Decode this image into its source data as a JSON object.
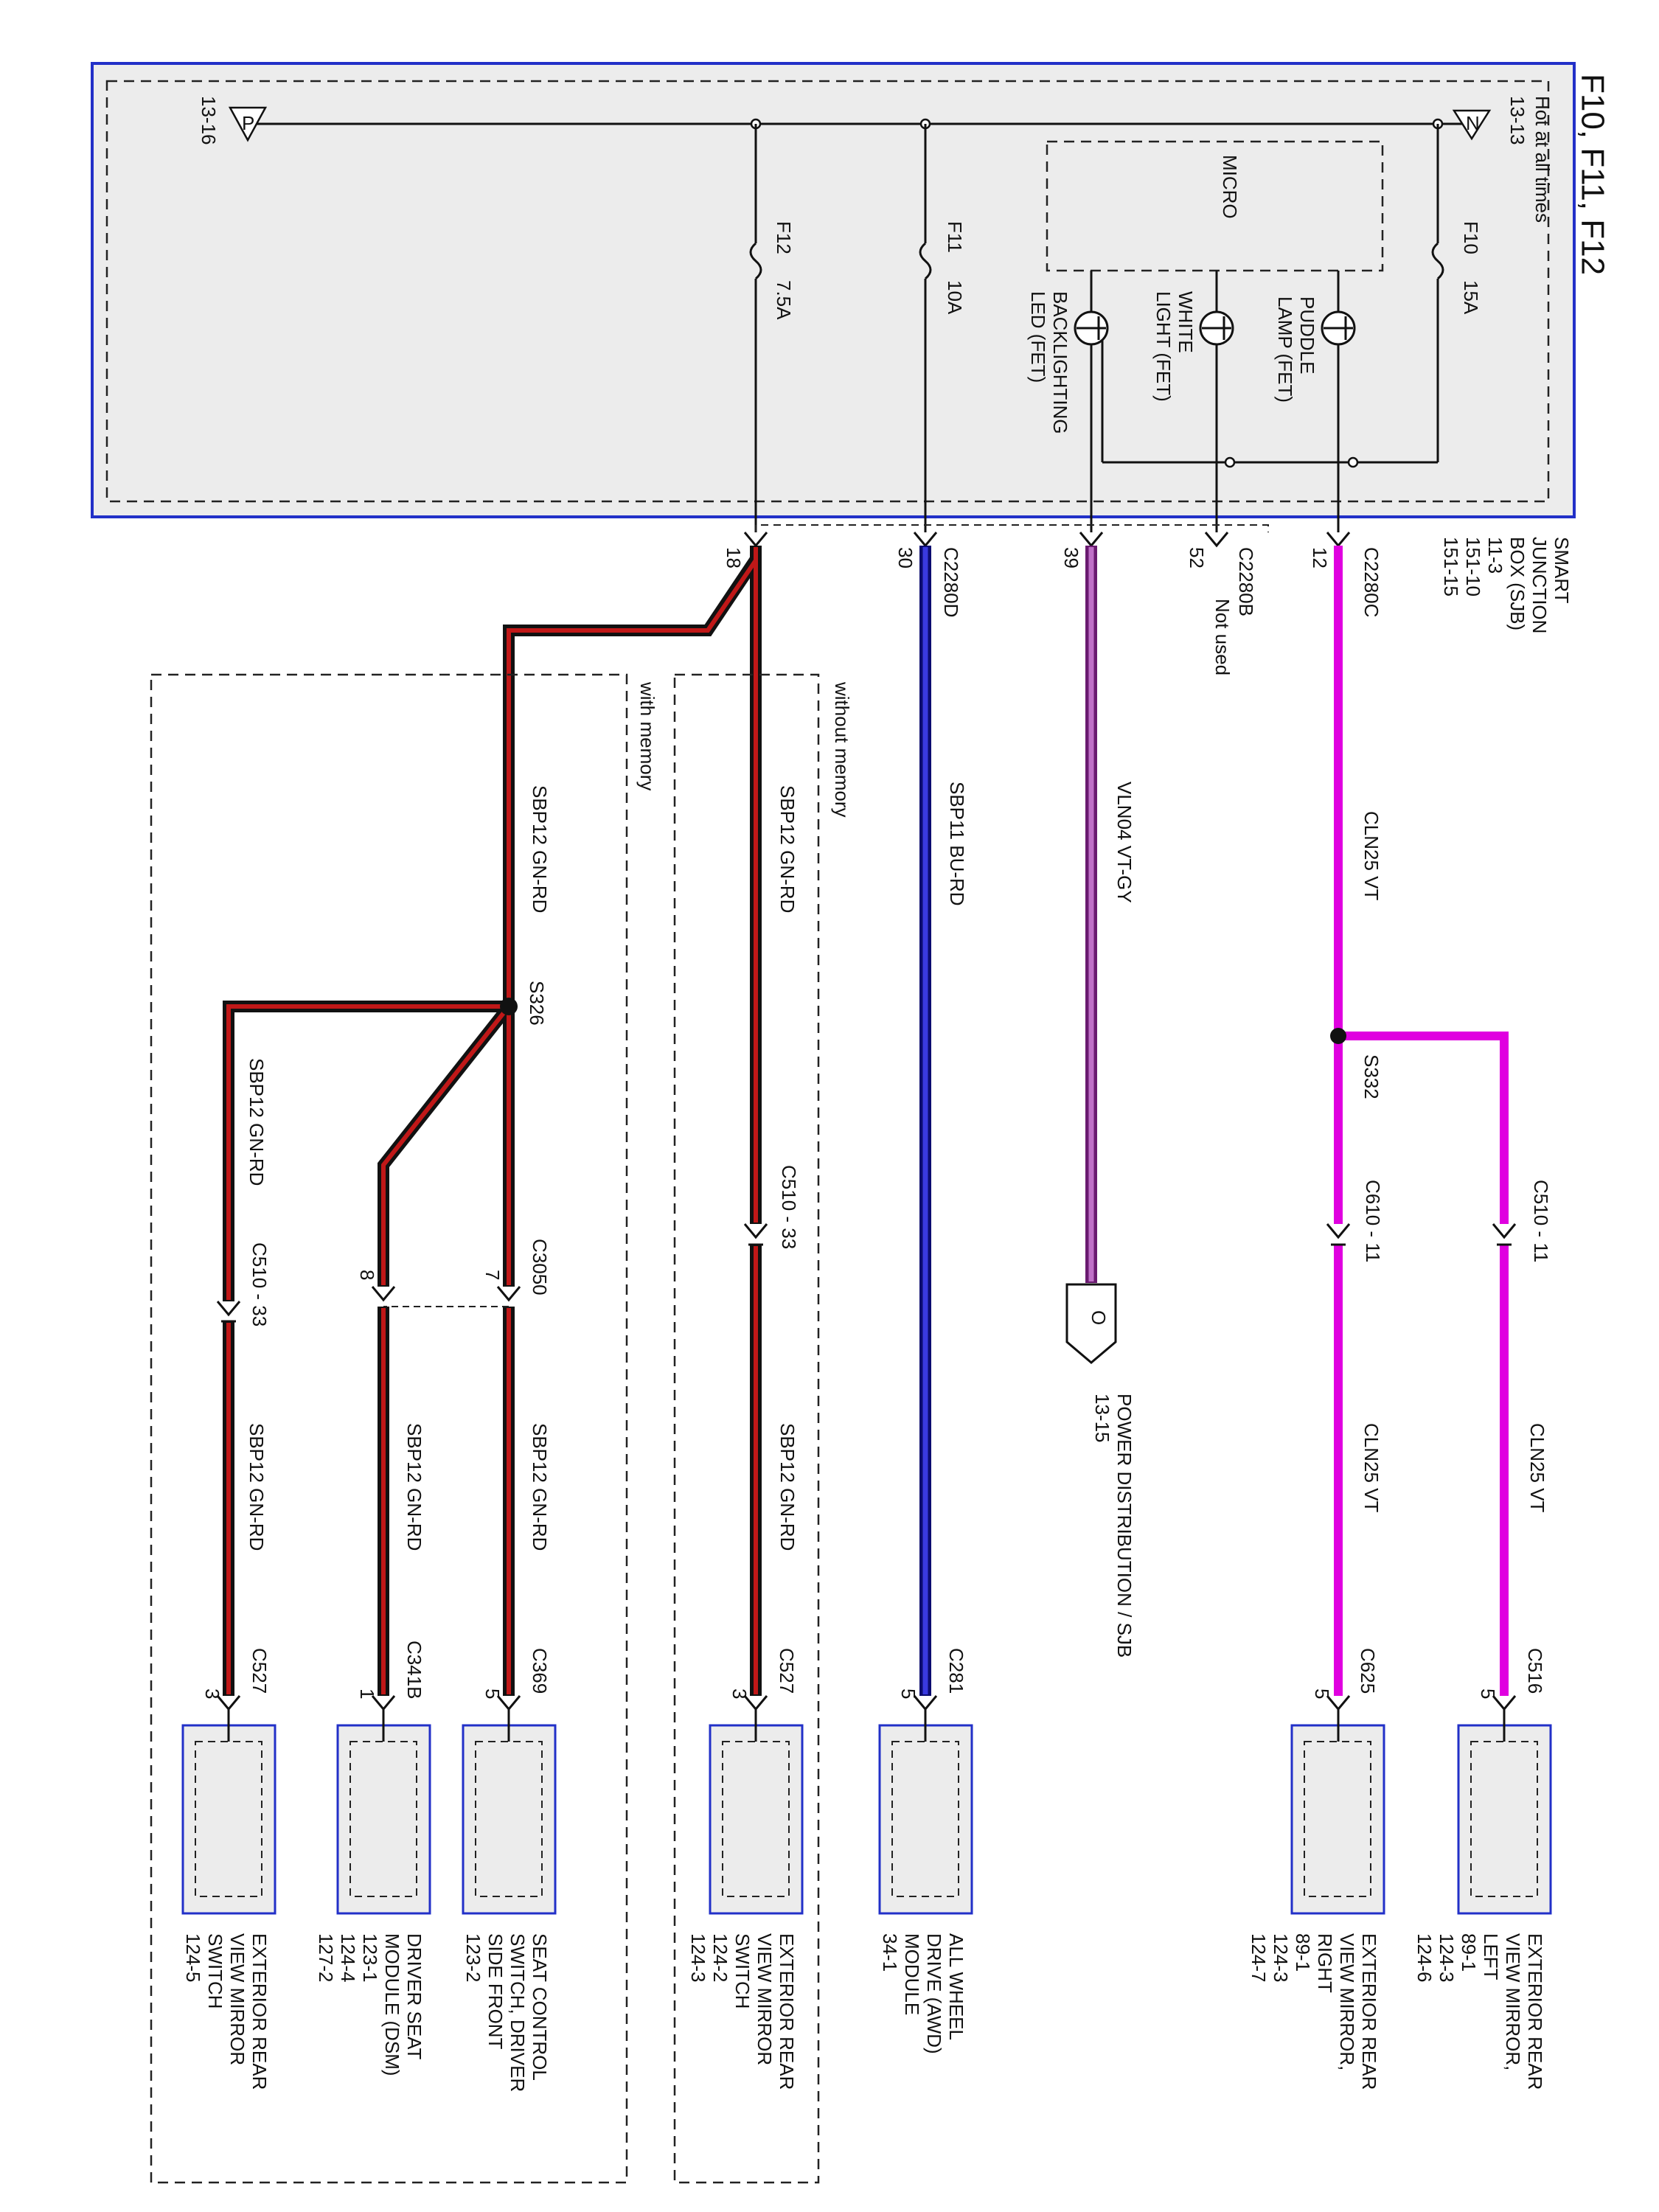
{
  "title": "F10, F11, F12",
  "sjb": {
    "name_lines": [
      "SMART",
      "JUNCTION",
      "BOX (SJB)",
      "11-3",
      "151-10",
      "151-15"
    ],
    "hot": "Hot at all times",
    "hot_ref": "13-13",
    "ref_bottom": "13-16",
    "micro": "MICRO",
    "bus_flags": {
      "n": "N",
      "p": "P"
    },
    "fuses": [
      {
        "id": "F10",
        "rating": "15A"
      },
      {
        "id": "F11",
        "rating": "10A"
      },
      {
        "id": "F12",
        "rating": "7.5A"
      }
    ],
    "fets": [
      {
        "lines": [
          "PUDDLE",
          "LAMP (FET)"
        ]
      },
      {
        "lines": [
          "WHITE",
          "LIGHT (FET)"
        ]
      },
      {
        "lines": [
          "BACKLIGHTING",
          "LED (FET)"
        ]
      }
    ]
  },
  "connectors": {
    "c2280c": {
      "name": "C2280C",
      "pin": "12"
    },
    "c2280b": {
      "name": "C2280B",
      "pin": "52",
      "note": "Not used"
    },
    "c2280b_39": {
      "pin": "39"
    },
    "c2280d": {
      "name": "C2280D",
      "pin": "30"
    },
    "c2280_18": {
      "pin": "18"
    }
  },
  "wires": {
    "cln25": "CLN25  VT",
    "vln04": "VLN04  VT-GY",
    "sbp11": "SBP11  BU-RD",
    "sbp12": "SBP12  GN-RD"
  },
  "splices": {
    "s332": "S332",
    "s326": "S326"
  },
  "inline": {
    "c510_11": "C510 - 11",
    "c610_11": "C610 - 11",
    "c510_33": "C510 - 33",
    "c3050": "C3050",
    "c3050_pin7": "7",
    "c3050_pin8": "8"
  },
  "power_dist": {
    "flag": "O",
    "lines": [
      "POWER DISTRIBUTION / SJB",
      "13-15"
    ]
  },
  "groups": {
    "without": "without memory",
    "with": "with memory"
  },
  "components": [
    {
      "conn": "C516",
      "pin": "5",
      "lines": [
        "EXTERIOR REAR",
        "VIEW MIRROR,",
        "LEFT",
        "89-1",
        "124-3",
        "124-6"
      ]
    },
    {
      "conn": "C625",
      "pin": "5",
      "lines": [
        "EXTERIOR REAR",
        "VIEW MIRROR,",
        "RIGHT",
        "89-1",
        "124-3",
        "124-7"
      ]
    },
    {
      "conn": "C281",
      "pin": "5",
      "lines": [
        "ALL WHEEL",
        "DRIVE (AWD)",
        "MODULE",
        "34-1"
      ]
    },
    {
      "conn": "C527",
      "pin": "3",
      "lines": [
        "EXTERIOR REAR",
        "VIEW MIRROR",
        "SWITCH",
        "124-2",
        "124-3"
      ]
    },
    {
      "conn": "C369",
      "pin": "5",
      "lines": [
        "SEAT CONTROL",
        "SWITCH, DRIVER",
        "SIDE FRONT",
        "123-2"
      ]
    },
    {
      "conn": "C341B",
      "pin": "1",
      "lines": [
        "DRIVER SEAT",
        "MODULE (DSM)",
        "123-1",
        "124-4",
        "127-2"
      ]
    },
    {
      "conn": "C527",
      "pin": "3",
      "lines": [
        "EXTERIOR REAR",
        "VIEW MIRROR",
        "SWITCH",
        "124-5"
      ]
    }
  ],
  "colors": {
    "violet": "#e000e0",
    "vt_gy": "#a040a8",
    "blue": "#2020c0",
    "gn_rd_outer": "#111111",
    "gn_rd_inner": "#c01818",
    "box_border": "#2230c8",
    "box_fill": "#ececec"
  }
}
